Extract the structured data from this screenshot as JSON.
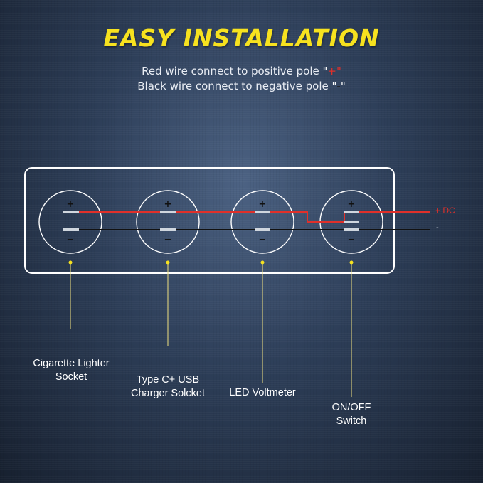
{
  "title": "EASY  INSTALLATION",
  "subtitle": {
    "line1_text": "Red wire connect to positive pole ",
    "line1_q_open": "\"",
    "line1_symbol": "+",
    "line1_q_close": "\"",
    "line2_text": "Black wire connect to negative pole ",
    "line2_q_open": "\"",
    "line2_symbol": "-",
    "line2_q_close": "\""
  },
  "wires": {
    "positive_label": "+ DC",
    "negative_label": "-"
  },
  "terminals": {
    "plus": "+",
    "minus": "−"
  },
  "components": [
    {
      "line1": "Cigarette Lighter",
      "line2": "Socket"
    },
    {
      "line1": "Type C+ USB",
      "line2": "Charger Solcket"
    },
    {
      "line1": "LED Voltmeter",
      "line2": ""
    },
    {
      "line1": "ON/OFF",
      "line2": "Switch"
    }
  ],
  "colors": {
    "title": "#f7e21f",
    "red_wire": "#e0302a",
    "black_wire": "#111111",
    "leader_line": "#f0e080"
  }
}
